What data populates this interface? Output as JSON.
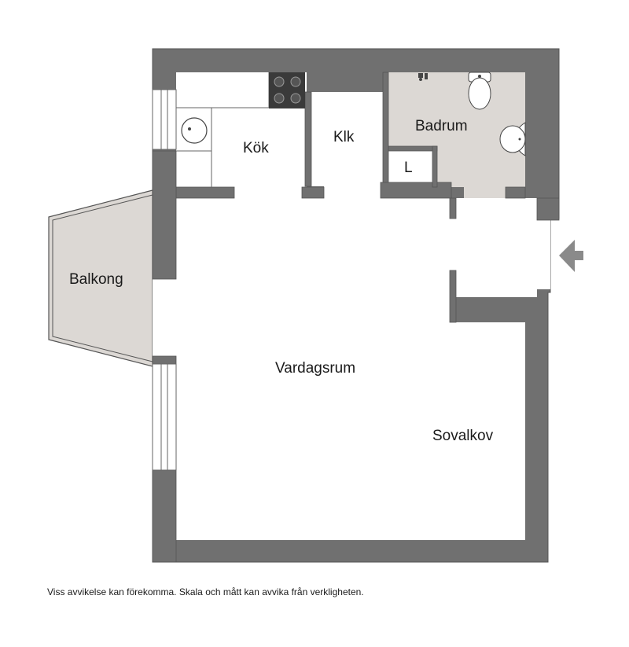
{
  "rooms": {
    "kok": "Kök",
    "klk": "Klk",
    "badrum": "Badrum",
    "l": "L",
    "balkong": "Balkong",
    "vardagsrum": "Vardagsrum",
    "sovalkov": "Sovalkov"
  },
  "disclaimer": "Viss avvikelse kan förekomma. Skala och mått kan avvika från verkligheten.",
  "colors": {
    "wall": "#707070",
    "wall_edge": "#555555",
    "wet_room": "#dcd8d4",
    "balcony": "#dcd8d4",
    "floor": "#ffffff",
    "stove": "#3a3a3a",
    "entry_arrow": "#8a8a8a"
  },
  "icons": [
    "stove-icon",
    "sink-icon",
    "toilet-icon",
    "washbasin-icon",
    "entry-arrow-icon",
    "window-icon"
  ]
}
